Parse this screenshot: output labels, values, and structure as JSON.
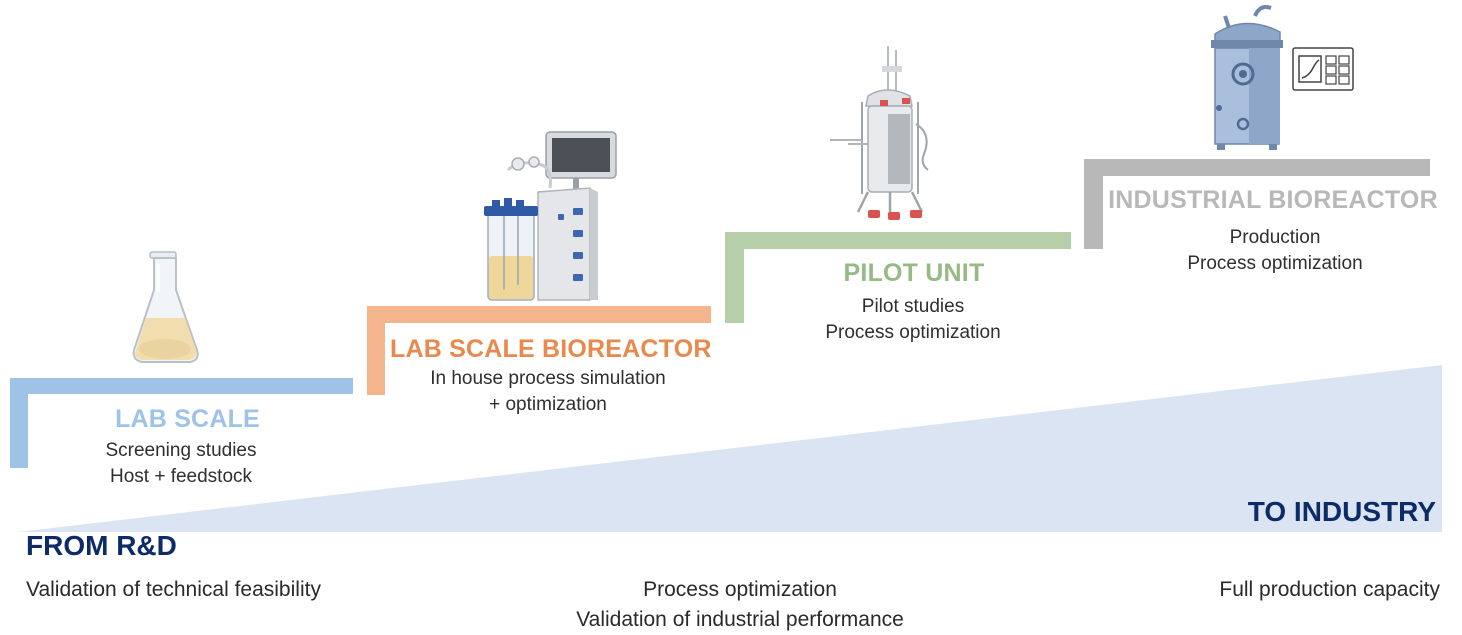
{
  "stages": [
    {
      "id": "lab-scale",
      "title": "LAB SCALE",
      "color": "#9fc3e6",
      "lines": [
        "Screening studies",
        "Host + feedstock"
      ],
      "icon": "erlenmeyer-flask-icon"
    },
    {
      "id": "lab-scale-bioreactor",
      "title": "LAB SCALE BIOREACTOR",
      "color": "#f4b48c",
      "title_color": "#e8894e",
      "lines": [
        "In house process simulation",
        "+ optimization"
      ],
      "icon": "benchtop-bioreactor-icon"
    },
    {
      "id": "pilot-unit",
      "title": "PILOT UNIT",
      "color": "#b7cfa8",
      "title_color": "#97b986",
      "lines": [
        "Pilot studies",
        "Process optimization"
      ],
      "icon": "pilot-bioreactor-icon"
    },
    {
      "id": "industrial-bioreactor",
      "title": "INDUSTRIAL BIOREACTOR",
      "color": "#b8b8b8",
      "title_color": "#b8b8b8",
      "lines": [
        "Production",
        "Process optimization"
      ],
      "icon": "industrial-bioreactor-icon"
    }
  ],
  "ramp": {
    "color": "#dbe4f3"
  },
  "from_label": "FROM R&D",
  "to_label": "TO INDUSTRY",
  "bottom": {
    "left": "Validation of technical feasibility",
    "center_1": "Process optimization",
    "center_2": "Validation of industrial performance",
    "right": "Full production capacity"
  }
}
